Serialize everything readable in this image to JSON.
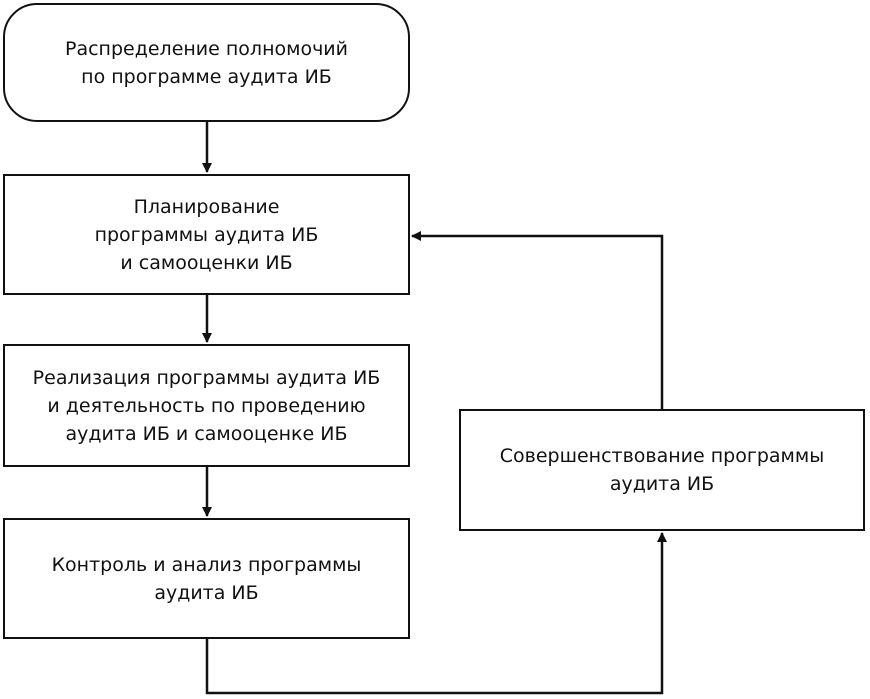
{
  "boxes": {
    "distribution": {
      "line1": "Распределение полномочий",
      "line2": "по программе аудита ИБ"
    },
    "planning": {
      "line1": "Планирование",
      "line2": "программы аудита ИБ",
      "line3": "и самооценки ИБ"
    },
    "implementation": {
      "line1": "Реализация программы аудита ИБ",
      "line2": "и деятельность по проведению",
      "line3": "аудита  ИБ и самооценке ИБ"
    },
    "control": {
      "line1": "Контроль и анализ программы",
      "line2": "аудита ИБ"
    },
    "improvement": {
      "line1": "Совершенствование программы",
      "line2": "аудита ИБ"
    }
  },
  "colors": {
    "stroke": "#111111",
    "background": "#ffffff"
  }
}
